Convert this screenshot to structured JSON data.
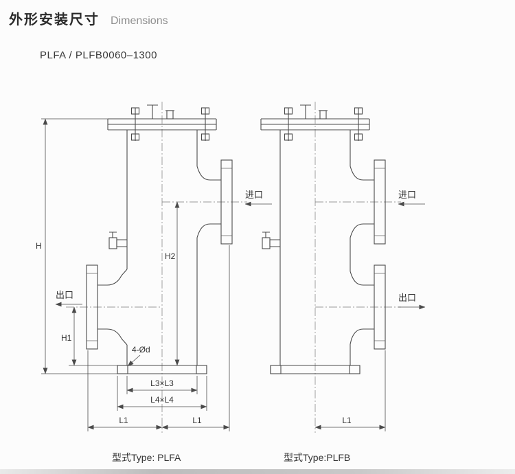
{
  "header": {
    "title_zh": "外形安装尺寸",
    "title_en": "Dimensions",
    "model_range": "PLFA / PLFB0060–1300"
  },
  "drawing_labels": {
    "inlet": "进口",
    "outlet": "出口",
    "height_overall": "H",
    "height_h2": "H2",
    "height_h1": "H1",
    "bolt_holes": "4-Ød",
    "base_l3": "L3×L3",
    "base_l4": "L4×L4",
    "span_l1": "L1"
  },
  "captions": {
    "plfa": "型式Type: PLFA",
    "plfb": "型式Type:PLFB"
  },
  "colors": {
    "line": "#4a4a4a",
    "text": "#333333",
    "title_en": "#8f8f8f"
  }
}
